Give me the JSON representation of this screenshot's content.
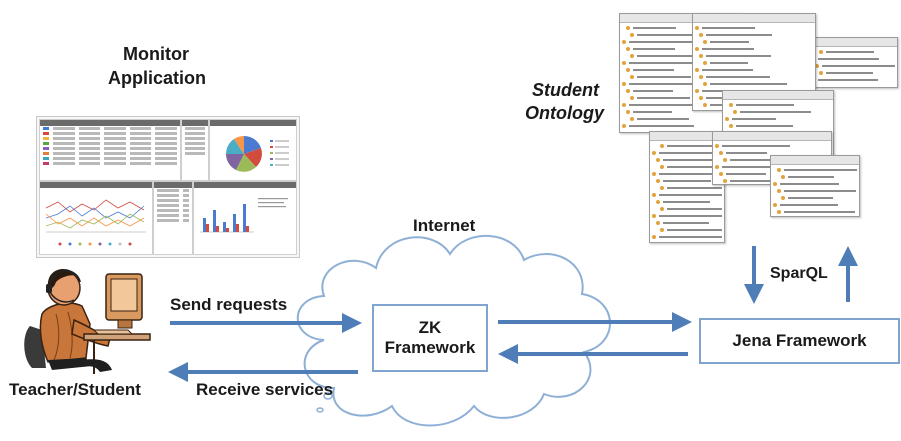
{
  "labels": {
    "monitor_title_line1": "Monitor",
    "monitor_title_line2": "Application",
    "student_ontology_line1": "Student",
    "student_ontology_line2": "Ontology",
    "internet": "Internet",
    "send_requests": "Send requests",
    "receive_services": "Receive services",
    "zk_line1": "ZK",
    "zk_line2": "Framework",
    "jena": "Jena Framework",
    "sparql": "SparQL",
    "teacher_student": "Teacher/Student"
  },
  "colors": {
    "arrow": "#4f7db8",
    "box_border": "#7ea4cf",
    "cloud_border": "#8fb0d6"
  },
  "icons": {
    "user": "person-at-computer-icon",
    "cloud": "cloud-icon"
  }
}
